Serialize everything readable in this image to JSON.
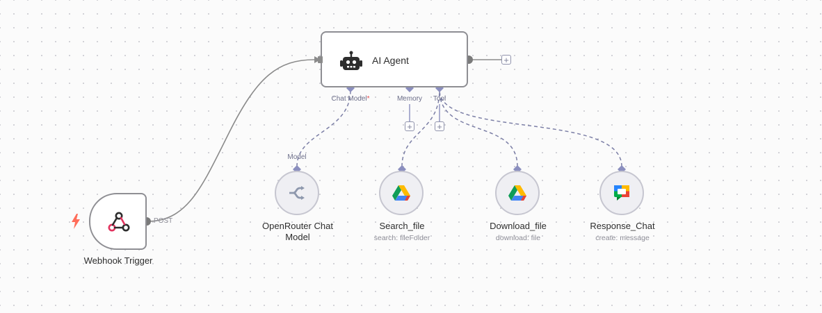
{
  "canvas": {
    "background": "#fbfbfb",
    "dot_color": "#cfcfd4"
  },
  "colors": {
    "wire": "#8b8b8b",
    "ai_wire": "#7c7fa6",
    "handle": "#8b8fbf",
    "trigger": "#ff6d5a"
  },
  "agent": {
    "title": "AI Agent",
    "icon": "robot-icon",
    "handles": {
      "chat_model": "Chat Model",
      "required_mark": "*",
      "memory": "Memory",
      "tool": "Tool"
    },
    "add_output": "+",
    "add_memory": "+",
    "add_tool": "+"
  },
  "webhook": {
    "title": "Webhook Trigger",
    "output_label": "POST",
    "icon": "webhook-icon",
    "trigger_icon": "lightning-bolt-icon"
  },
  "openrouter": {
    "title": "OpenRouter Chat Model",
    "handle_label": "Model",
    "icon": "openrouter-icon"
  },
  "tools": [
    {
      "title": "Search_file",
      "subtitle": "search: fileFolder",
      "icon": "google-drive-icon"
    },
    {
      "title": "Download_file",
      "subtitle": "download: file",
      "icon": "google-drive-icon"
    },
    {
      "title": "Response_Chat",
      "subtitle": "create: message",
      "icon": "google-chat-icon"
    }
  ]
}
